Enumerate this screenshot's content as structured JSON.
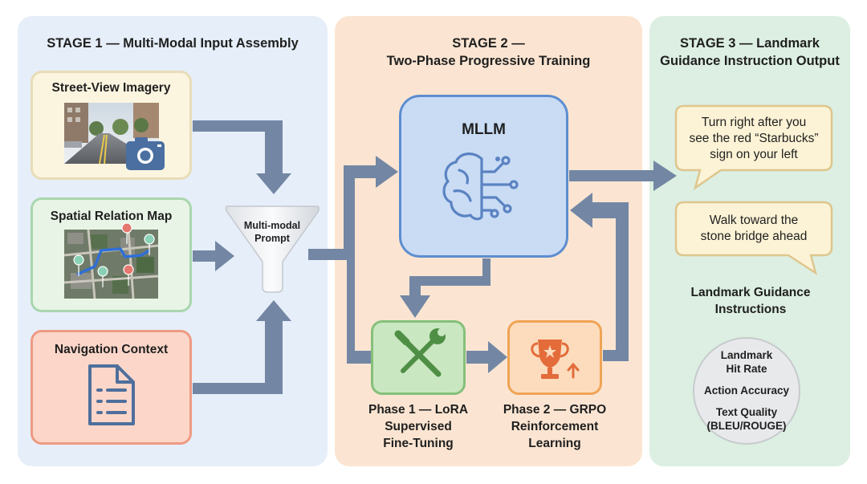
{
  "stage1": {
    "title": "STAGE 1 — Multi-Modal Input Assembly",
    "inputs": {
      "street_view": "Street-View Imagery",
      "spatial_map": "Spatial Relation Map",
      "nav_context": "Navigation Context"
    },
    "prompt_line1": "Multi-modal",
    "prompt_line2": "Prompt"
  },
  "stage2": {
    "title_line1": "STAGE 2 —",
    "title_line2": "Two-Phase Progressive Training",
    "model": "MLLM",
    "phase1": {
      "line1": "Phase 1 — LoRA",
      "line2": "Supervised",
      "line3": "Fine-Tuning"
    },
    "phase2": {
      "line1": "Phase 2 — GRPO",
      "line2": "Reinforcement",
      "line3": "Learning"
    }
  },
  "stage3": {
    "title_line1": "STAGE 3 — Landmark",
    "title_line2": "Guidance Instruction Output",
    "bubble1": {
      "line1": "Turn right after you",
      "line2": "see the red “Starbucks”",
      "line3": "sign on your left"
    },
    "bubble2": {
      "line1": "Walk toward the",
      "line2": "stone bridge ahead"
    },
    "output_label_line1": "Landmark Guidance",
    "output_label_line2": "Instructions",
    "metrics": {
      "m1_line1": "Landmark",
      "m1_line2": "Hit Rate",
      "m2": "Action Accuracy",
      "m3_line1": "Text Quality",
      "m3_line2": "(BLEU/ROUGE)"
    }
  },
  "colors": {
    "arrow": "#7387a4",
    "stage1_bg": "#e6eef9",
    "stage2_bg": "#fbe5d2",
    "stage3_bg": "#dcefe2",
    "mllm_border": "#5d8dd0",
    "bubble_fill": "#fcf3d6",
    "bubble_border": "#dec68e"
  },
  "icons": [
    "camera-icon",
    "pin-icon",
    "document-icon",
    "funnel-icon",
    "brain-circuit-icon",
    "tools-icon",
    "trophy-icon"
  ]
}
